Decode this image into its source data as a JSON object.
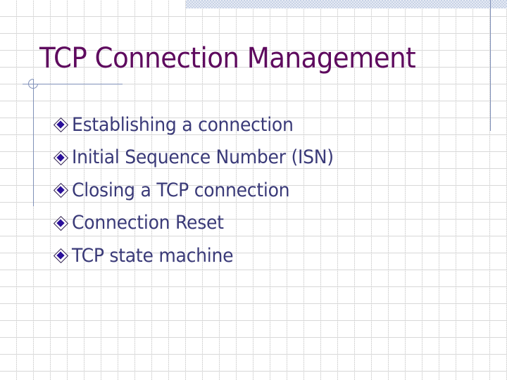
{
  "slide": {
    "title": "TCP Connection Management",
    "bullets": [
      {
        "label": "Establishing a connection",
        "icon": "diamond-bullet-icon"
      },
      {
        "label": "Initial Sequence Number (ISN)",
        "icon": "diamond-bullet-icon"
      },
      {
        "label": "Closing a TCP connection",
        "icon": "diamond-bullet-icon"
      },
      {
        "label": "Connection Reset",
        "icon": "diamond-bullet-icon"
      },
      {
        "label": "TCP state machine",
        "icon": "diamond-bullet-icon"
      }
    ]
  },
  "theme": {
    "title_color": "#5e0a5e",
    "text_color": "#3a3a78",
    "bullet_color": "#2a0f9a",
    "rule_color": "#8090b8",
    "grid_color": "#d8d8d8"
  }
}
